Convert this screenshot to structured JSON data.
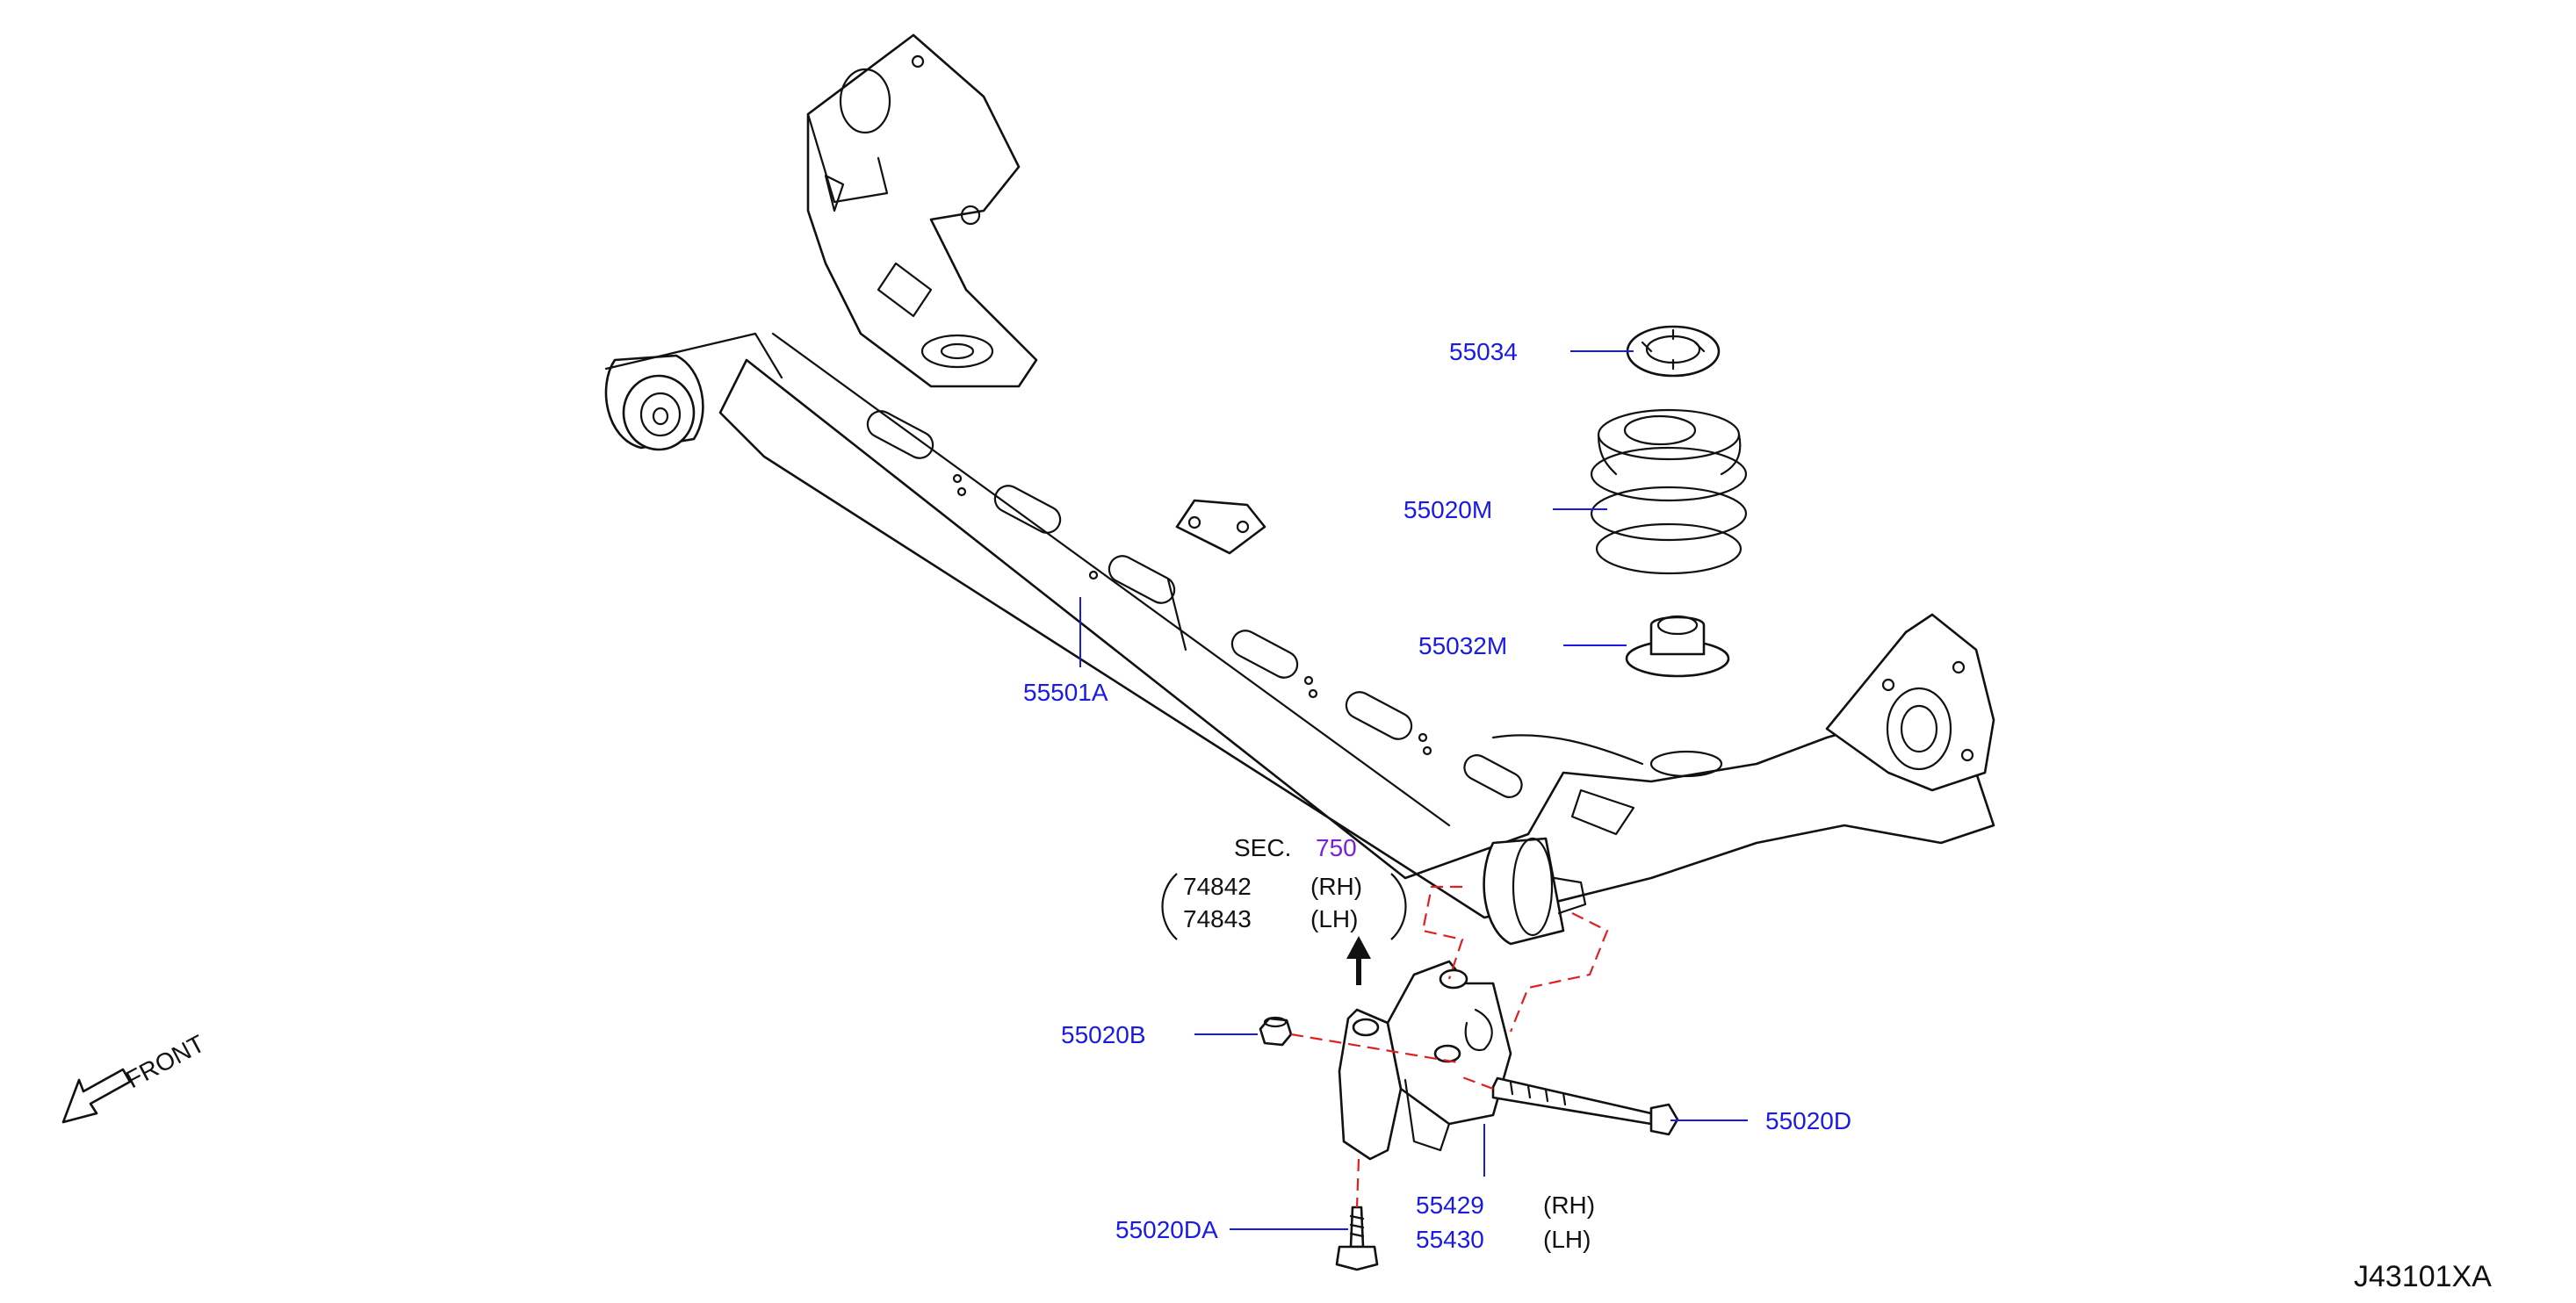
{
  "colors": {
    "callout": "#1a1ae6",
    "text": "#111111",
    "section_link": "#7a1ee0",
    "assembly_line": "#e02020"
  },
  "callouts": {
    "p55034": "55034",
    "p55020M": "55020M",
    "p55032M": "55032M",
    "p55501A": "55501A",
    "p55020B": "55020B",
    "p55020D": "55020D",
    "p55020DA": "55020DA",
    "p55429": "55429",
    "p55430": "55430"
  },
  "side_labels": {
    "rh": "(RH)",
    "lh": "(LH)"
  },
  "section": {
    "prefix": "SEC.",
    "number": "750",
    "parts": [
      {
        "number": "74842",
        "side": "(RH)"
      },
      {
        "number": "74843",
        "side": "(LH)"
      }
    ]
  },
  "front_label": "FRONT",
  "diagram_ref": "J43101XA",
  "icons": [
    "front-arrow-icon",
    "direction-arrow-icon"
  ]
}
